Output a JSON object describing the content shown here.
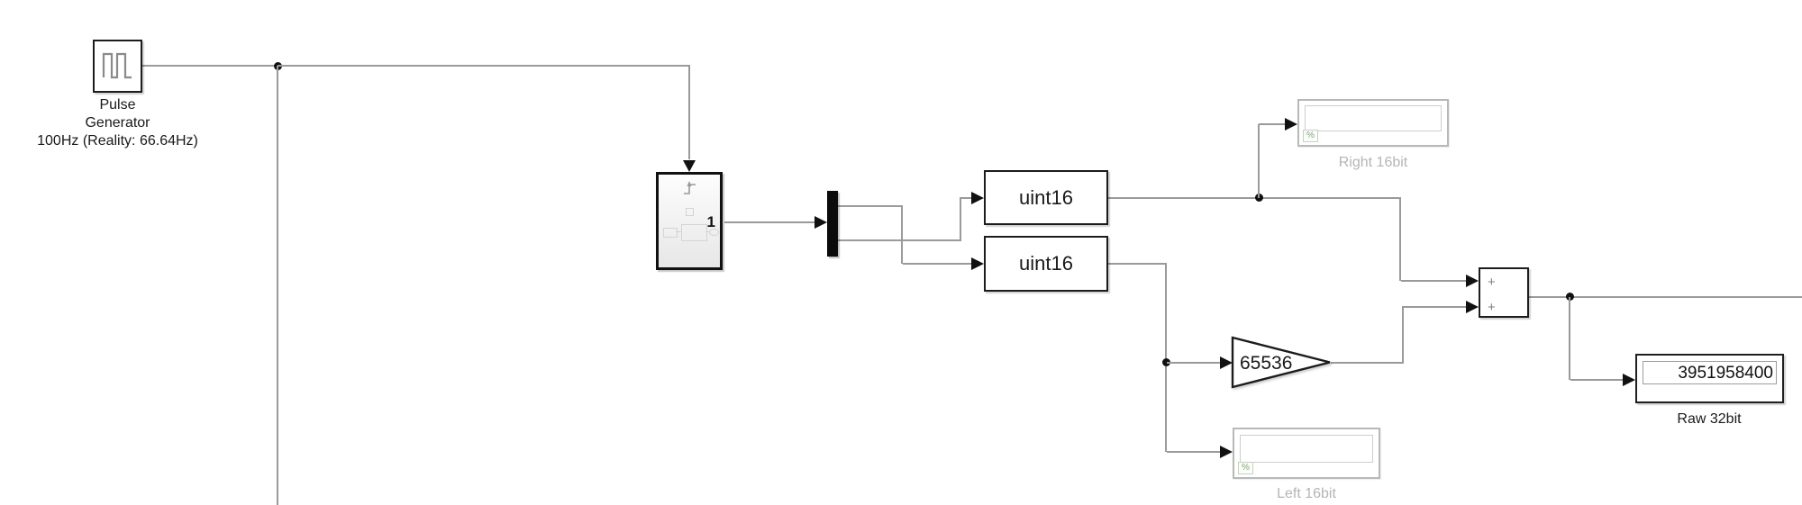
{
  "blocks": {
    "pulse_generator": {
      "label_lines": [
        "Pulse",
        "Generator",
        "100Hz (Reality: 66.64Hz)"
      ]
    },
    "triggered_subsystem": {
      "output_port_number": "1"
    },
    "convert_top": {
      "label": "uint16"
    },
    "convert_bottom": {
      "label": "uint16"
    },
    "gain": {
      "value": "65536"
    },
    "sum": {
      "signs": [
        "+",
        "+"
      ]
    },
    "display_right": {
      "label": "Right 16bit",
      "value": "",
      "badge": "%"
    },
    "display_left": {
      "label": "Left 16bit",
      "value": "",
      "badge": "%"
    },
    "display_raw": {
      "label": "Raw 32bit",
      "value": "3951958400"
    }
  },
  "colors": {
    "wire": "#9a9a9a",
    "block_border": "#1c1c1c",
    "disabled_gray": "#b5b5b5",
    "badge_green": "#7fa878",
    "background": "#ffffff"
  }
}
